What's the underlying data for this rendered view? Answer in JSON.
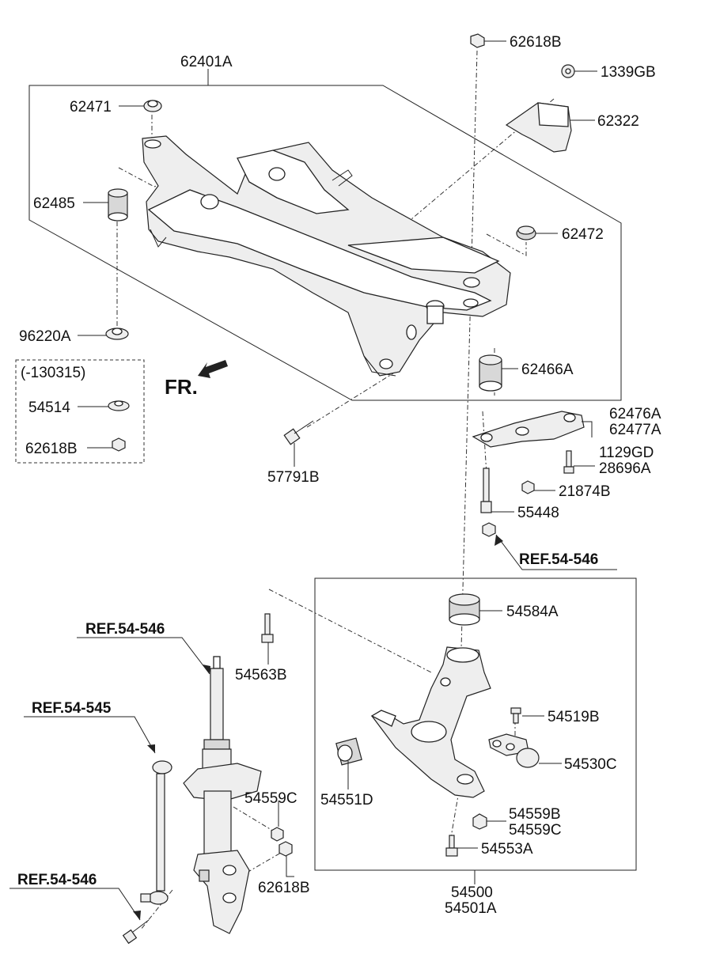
{
  "front_indicator": "FR.",
  "date_note": "(-130315)",
  "references": {
    "ref_upper": "REF.54-546",
    "ref_strut": "REF.54-546",
    "ref_link": "REF.54-545",
    "ref_lower": "REF.54-546"
  },
  "parts": {
    "p62401A": "62401A",
    "p62618B_top": "62618B",
    "p1339GB": "1339GB",
    "p62322": "62322",
    "p62471": "62471",
    "p62485": "62485",
    "p62472": "62472",
    "p96220A": "96220A",
    "p62466A": "62466A",
    "p54514": "54514",
    "p62618B_box": "62618B",
    "p57791B": "57791B",
    "p62476A": "62476A",
    "p62477A": "62477A",
    "p1129GD": "1129GD",
    "p28696A": "28696A",
    "p21874B": "21874B",
    "p55448": "55448",
    "p54584A": "54584A",
    "p54563B": "54563B",
    "p54519B": "54519B",
    "p54530C": "54530C",
    "p54551D": "54551D",
    "p54559C_upper": "54559C",
    "p54559B": "54559B",
    "p54559C_lower": "54559C",
    "p54553A": "54553A",
    "p62618B_bottom": "62618B",
    "p54500": "54500",
    "p54501A": "54501A"
  }
}
